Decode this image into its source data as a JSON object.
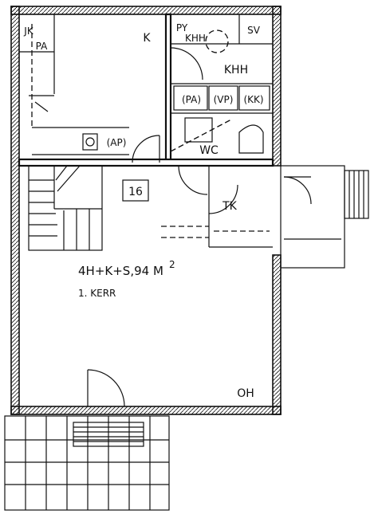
{
  "plan": {
    "area_label": "4H+K+S,94 M",
    "area_superscript": "2",
    "floor_label": "1. KERR",
    "unit_number": "16",
    "rooms": {
      "jk": "JK",
      "pa_top": "PA",
      "kitchen": "K",
      "py": "PY",
      "khh_small": "KHH",
      "sv": "SV",
      "khh": "KHH",
      "pa": "(PA)",
      "vp": "(VP)",
      "kk": "(KK)",
      "ap": "(AP)",
      "wc": "WC",
      "tk": "TK",
      "oh": "OH"
    }
  }
}
